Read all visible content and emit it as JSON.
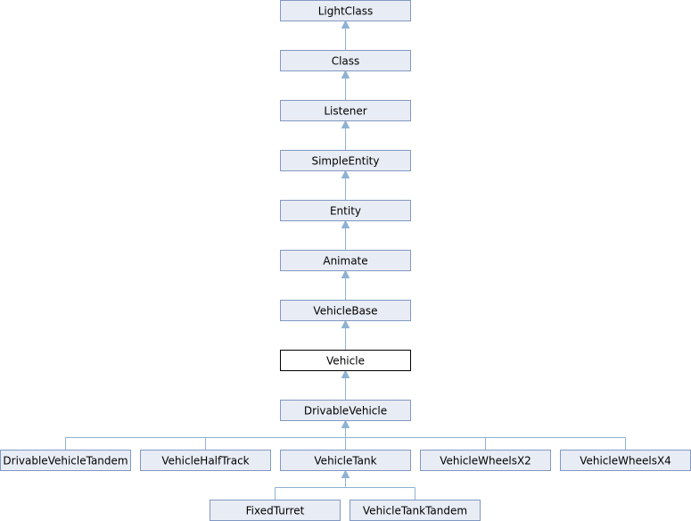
{
  "diagram": {
    "nodes": [
      {
        "id": "lightclass",
        "label": "LightClass",
        "current": false
      },
      {
        "id": "class",
        "label": "Class",
        "current": false
      },
      {
        "id": "listener",
        "label": "Listener",
        "current": false
      },
      {
        "id": "simpleentity",
        "label": "SimpleEntity",
        "current": false
      },
      {
        "id": "entity",
        "label": "Entity",
        "current": false
      },
      {
        "id": "animate",
        "label": "Animate",
        "current": false
      },
      {
        "id": "vehiclebase",
        "label": "VehicleBase",
        "current": false
      },
      {
        "id": "vehicle",
        "label": "Vehicle",
        "current": true
      },
      {
        "id": "drivablevehicle",
        "label": "DrivableVehicle",
        "current": false
      },
      {
        "id": "drivablevehicletandem",
        "label": "DrivableVehicleTandem",
        "current": false
      },
      {
        "id": "vehiclehalftrack",
        "label": "VehicleHalfTrack",
        "current": false
      },
      {
        "id": "vehicletank",
        "label": "VehicleTank",
        "current": false
      },
      {
        "id": "vehiclewheelsx2",
        "label": "VehicleWheelsX2",
        "current": false
      },
      {
        "id": "vehiclewheelsx4",
        "label": "VehicleWheelsX4",
        "current": false
      },
      {
        "id": "fixedturret",
        "label": "FixedTurret",
        "current": false
      },
      {
        "id": "vehicletanktandem",
        "label": "VehicleTankTandem",
        "current": false
      }
    ],
    "edges": [
      {
        "from": "class",
        "to": "lightclass"
      },
      {
        "from": "listener",
        "to": "class"
      },
      {
        "from": "simpleentity",
        "to": "listener"
      },
      {
        "from": "entity",
        "to": "simpleentity"
      },
      {
        "from": "animate",
        "to": "entity"
      },
      {
        "from": "vehiclebase",
        "to": "animate"
      },
      {
        "from": "vehicle",
        "to": "vehiclebase"
      },
      {
        "from": "drivablevehicle",
        "to": "vehicle"
      },
      {
        "from": "drivablevehicletandem",
        "to": "drivablevehicle"
      },
      {
        "from": "vehiclehalftrack",
        "to": "drivablevehicle"
      },
      {
        "from": "vehicletank",
        "to": "drivablevehicle"
      },
      {
        "from": "vehiclewheelsx2",
        "to": "drivablevehicle"
      },
      {
        "from": "vehiclewheelsx4",
        "to": "drivablevehicle"
      },
      {
        "from": "fixedturret",
        "to": "vehicletank"
      },
      {
        "from": "vehicletanktandem",
        "to": "vehicletank"
      }
    ],
    "colors": {
      "node_fill": "#e8ecf4",
      "node_border": "#8198c3",
      "current_fill": "#ffffff",
      "current_border": "#000000",
      "edge": "#8eb2d3"
    }
  }
}
